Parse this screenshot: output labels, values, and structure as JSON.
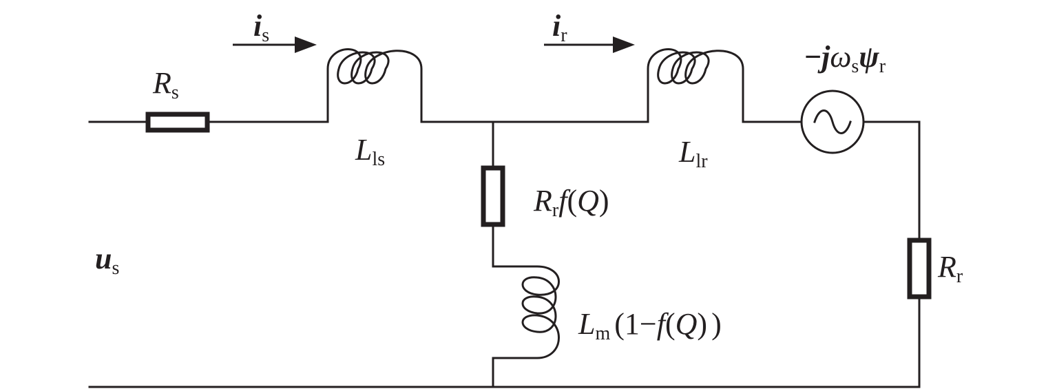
{
  "labels": {
    "Rs": {
      "main": "R",
      "sub": "s"
    },
    "is": {
      "main": "i",
      "sub": "s"
    },
    "Lls": {
      "main": "L",
      "sub": "ls"
    },
    "ir": {
      "main": "i",
      "sub": "r"
    },
    "Llr": {
      "main": "L",
      "sub": "lr"
    },
    "source": {
      "pre": "−",
      "j": "j",
      "omega": "ω",
      "omega_sub": "s",
      "psi": "ψ",
      "psi_sub": "r"
    },
    "RrfQ": {
      "main": "R",
      "sub": "r",
      "func": "f",
      "open": "(",
      "arg": "Q",
      "close": ")"
    },
    "us": {
      "main": "u",
      "sub": "s"
    },
    "Lm": {
      "main": "L",
      "sub": "m",
      "open": "(",
      "one": "1−",
      "func": "f",
      "inner_open": "(",
      "arg": "Q",
      "inner_close": ")",
      "close": ")"
    },
    "Rr": {
      "main": "R",
      "sub": "r"
    }
  }
}
